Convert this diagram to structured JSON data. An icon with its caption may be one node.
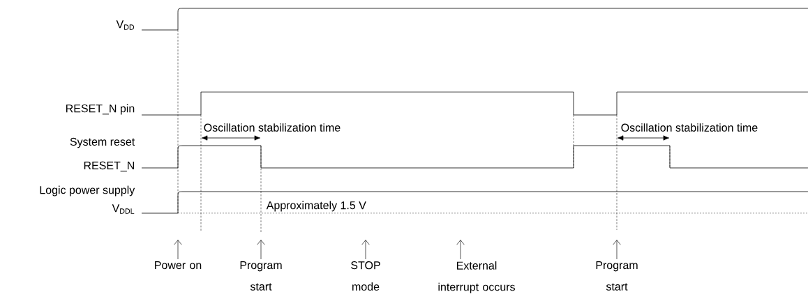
{
  "diagram": {
    "nodes": [
      {
        "text": [
          "Power on"
        ]
      },
      {
        "text": [
          "Program start"
        ]
      },
      {
        "text": [
          "STOP mode"
        ]
      },
      {
        "text": [
          "External interrupt occurs"
        ]
      },
      {
        "text": [
          "Program start"
        ]
      }
    ],
    "edges": [
      {
        "from": 0,
        "to": null,
        "arrow": "to"
      },
      {
        "from": 1,
        "to": null,
        "arrow": "to"
      },
      {
        "from": 2,
        "to": null,
        "arrow": "to"
      },
      {
        "from": 3,
        "to": null,
        "arrow": "to"
      },
      {
        "from": 4,
        "to": null,
        "arrow": "to"
      }
    ],
    "labels": [
      "V$_{DD}$",
      "RESET_N pin",
      "Oscillation stabilization time",
      "Oscillation stabilization time",
      "System reset",
      "RESET_N",
      "Logic power supply",
      "Approximately 1.5 V",
      "V$_{DDL}$"
    ]
  }
}
